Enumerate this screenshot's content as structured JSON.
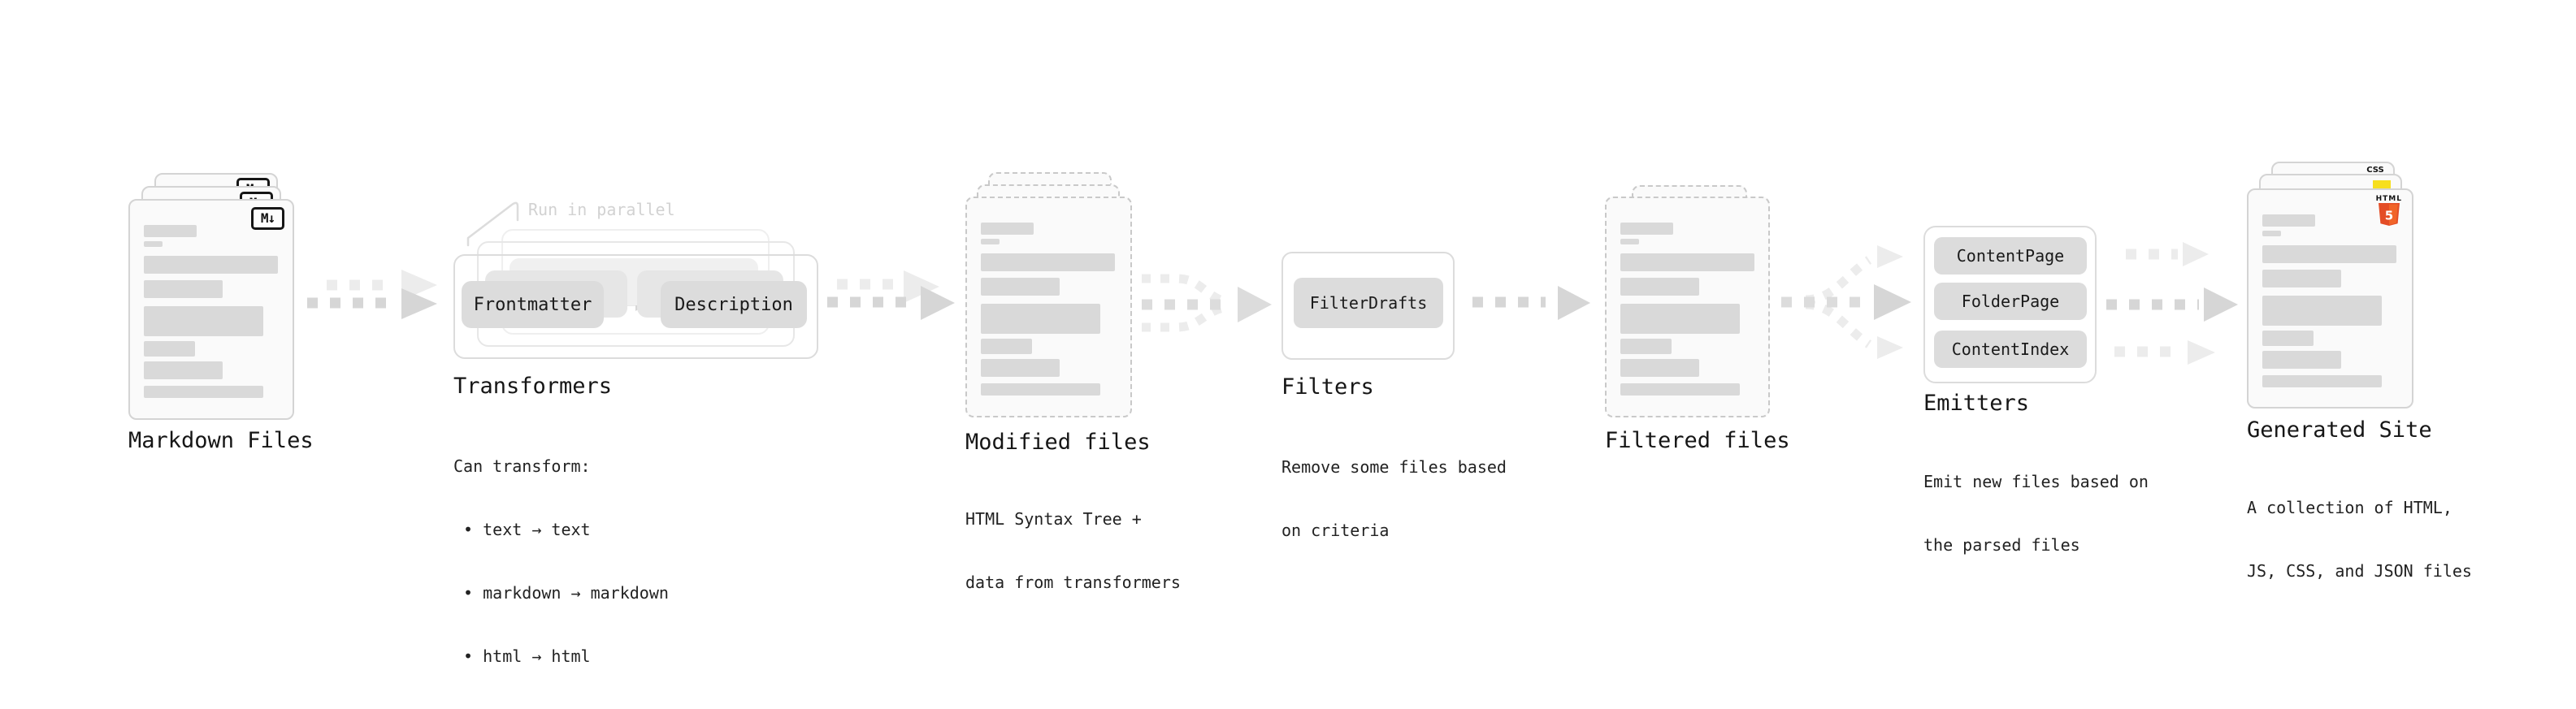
{
  "diagram": {
    "annotation_run_in_parallel": "Run in parallel",
    "nodes": {
      "markdown_files": {
        "label": "Markdown Files",
        "icon_text": "M↓"
      },
      "transformers": {
        "label": "Transformers",
        "pill_left": "Frontmatter",
        "pill_right": "Description",
        "description_lines": [
          "Can transform:",
          " • text → text",
          " • markdown → markdown",
          " • html → html"
        ]
      },
      "modified_files": {
        "label": "Modified files",
        "description_lines": [
          "HTML Syntax Tree +",
          "data from transformers"
        ]
      },
      "filters": {
        "label": "Filters",
        "pill": "FilterDrafts",
        "description_lines": [
          "Remove some files based",
          "on criteria"
        ]
      },
      "filtered_files": {
        "label": "Filtered files"
      },
      "emitters": {
        "label": "Emitters",
        "pills": [
          "ContentPage",
          "FolderPage",
          "ContentIndex"
        ],
        "description_lines": [
          "Emit new files based on",
          "the parsed files"
        ]
      },
      "generated_site": {
        "label": "Generated Site",
        "badge_html": "HTML",
        "badge_html_number": "5",
        "badge_css": "CSS",
        "description_lines": [
          "A collection of HTML,",
          "JS, CSS, and JSON files"
        ]
      }
    },
    "colors": {
      "card_border": "#d4d4d4",
      "card_bg": "#fafafa",
      "placeholder_bar": "#d9d9d9",
      "pill_bg": "#dcdcdc",
      "arrow_front": "#d6d6d6",
      "arrow_back": "#ececec",
      "annotation_gray": "#d2d2d2",
      "html5_orange": "#e44d26",
      "js_yellow": "#f7df1e",
      "css_blue": "#2965f1"
    }
  }
}
